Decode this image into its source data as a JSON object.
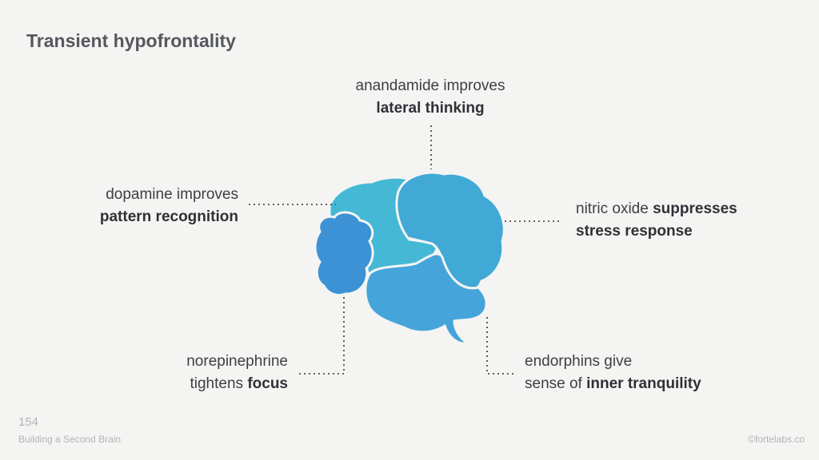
{
  "title": "Transient hypofrontality",
  "labels": {
    "top": {
      "line1": "anandamide improves",
      "line2": "lateral thinking"
    },
    "left": {
      "line1": "dopamine improves",
      "line2": "pattern recognition"
    },
    "right": {
      "line1_plain": "nitric oxide ",
      "line1_bold": "suppresses",
      "line2": "stress response"
    },
    "bottom_left": {
      "line1": "norepinephrine",
      "line2_plain": "tightens ",
      "line2_bold": "focus"
    },
    "bottom_right": {
      "line1": "endorphins give",
      "line2_plain": "sense of ",
      "line2_bold": "inner tranquility"
    }
  },
  "brain_colors": {
    "frontal": "#3c92d4",
    "center": "#45b8d6",
    "top": "#41a9d5",
    "bottom": "#45a5db",
    "connector": "#333333"
  },
  "footer": {
    "page_number": "154",
    "book": "Building a Second Brain",
    "credit": "©fortelabs.co"
  }
}
